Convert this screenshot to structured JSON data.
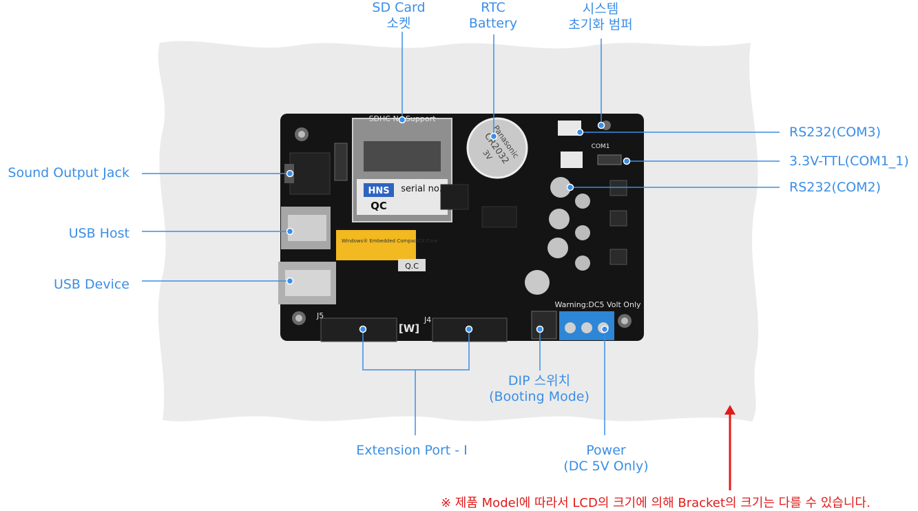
{
  "labels": {
    "sd_card": [
      "SD Card",
      "소켓"
    ],
    "rtc_battery": [
      "RTC",
      "Battery"
    ],
    "system_reset": [
      "시스템",
      "초기화 범퍼"
    ],
    "rs232_com3": "RS232(COM3)",
    "ttl_com1_1": "3.3V-TTL(COM1_1)",
    "rs232_com2": "RS232(COM2)",
    "sound_output_jack": "Sound Output Jack",
    "usb_host": "USB Host",
    "usb_device": "USB Device",
    "dip_switch": [
      "DIP 스위치",
      "(Booting Mode)"
    ],
    "extension_port": "Extension Port - I",
    "power": [
      "Power",
      "(DC 5V Only)"
    ]
  },
  "board_print": {
    "sdhc": "SDHC No Support",
    "battery_brand": "Panasonic",
    "battery_model": "CR2032",
    "battery_voltage": "3V",
    "hns": "HNS",
    "qc": "QC",
    "serial": "serial no.",
    "winlabel": "Windows® Embedded CompactCE Core",
    "j5": "J5",
    "j4": "J4",
    "w": "[W]",
    "warning": "Warning:DC5 Volt Only",
    "com1": "COM1",
    "qc_small": "Q.C"
  },
  "note": "※ 제품 Model에 따라서 LCD의 크기에 의해 Bracket의 크기는 다를 수 있습니다.",
  "colors": {
    "label": "#3a8ee6",
    "note": "#e01a1a",
    "bracket": "#ebebeb",
    "board": "#141414"
  }
}
